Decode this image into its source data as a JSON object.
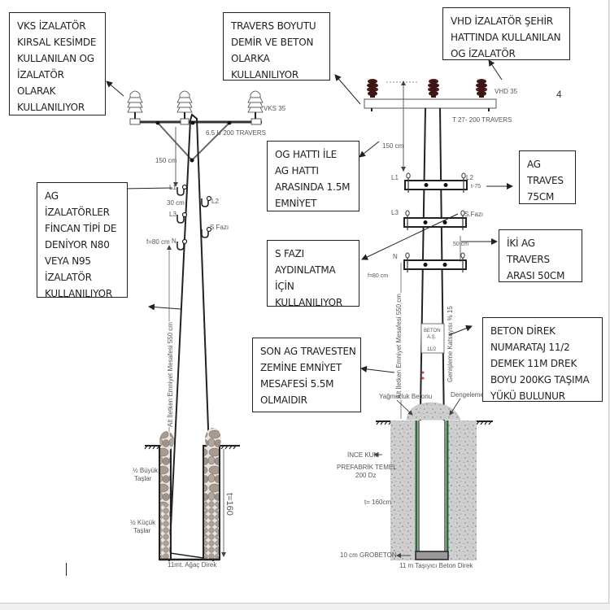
{
  "page_number": "4",
  "callouts": {
    "vks": [
      "VKS İZALATÖR",
      "KIRSAL KESİMDE",
      "KULLANILAN OG",
      "İZALATÖR",
      "OLARAK",
      "KULLANILIYOR"
    ],
    "travers": [
      "TRAVERS BOYUTU",
      "DEMİR VE BETON",
      "OLARKA",
      "KULLANILIYOR"
    ],
    "vhd": [
      "VHD İZALATÖR ŞEHİR",
      "HATTINDA KULLANILAN",
      "OG İZALATÖR"
    ],
    "og_ag": [
      "OG HATTI İLE",
      "AG HATTI",
      "ARASINDA 1.5M",
      "EMNİYET"
    ],
    "ag_traves": [
      "AG",
      "TRAVES",
      "75CM"
    ],
    "ag_izalator": [
      "AG",
      "İZALATÖRLER",
      "FİNCAN TİPİ DE",
      "DENİYOR N80",
      "VEYA N95",
      "İZALATÖR",
      "KULLANILIYOR"
    ],
    "s_fazi": [
      "S FAZI",
      "AYDINLATMA",
      "İÇİN",
      "KULLANILIYOR"
    ],
    "iki_ag": [
      "İKİ AG",
      "TRAVERS",
      "ARASI 50CM"
    ],
    "son_ag": [
      "SON AG TRAVESTEN",
      "ZEMİNE EMNİYET",
      "MESAFESİ 5.5M",
      "OLMAIDIR"
    ],
    "beton_direk": [
      "BETON DİREK",
      "NUMARATAJ 11/2",
      "DEMEK 11M DREK",
      "BOYU 200KG TAŞIMA",
      "YÜKÜ BULUNUR"
    ]
  },
  "left_pole": {
    "insulator_label": "VKS 35",
    "crossarm_label": "6.5 U 200 TRAVERS",
    "dim_og_ag": "150 cm",
    "dim_phase": "30 cm",
    "phase_l1": "L1",
    "phase_l2": "L2",
    "phase_l3": "L3",
    "phase_s": "S Fazı",
    "phase_n": "N",
    "sag": "f=80 cm",
    "clearance": "Alt İletken  Emniyet Mesafesi 550  cm",
    "big_stones": [
      "½ Büyük",
      "Taşlar"
    ],
    "small_stones": [
      "½ Küçük",
      "Taşlar"
    ],
    "depth": "t=160",
    "caption": "11mt. Ağaç Direk"
  },
  "right_pole": {
    "insulator_label": "VHD 35",
    "crossarm_label": "T 27- 200 TRAVERS",
    "dim_og_ag": "150 cm",
    "phase_l1": "L1",
    "phase_l2": "L2",
    "arm_label": "t-75",
    "phase_l3": "L3",
    "phase_s": "S.Fazı",
    "phase_n": "N",
    "dim_ag": "50 cm",
    "sag": "f=80 cm",
    "clearance": "Alt İletken  Emniyet Mesafesi 550  cm",
    "taper": "Genişleme Katsayısı % 15",
    "plate": [
      "BETON",
      "A.Ş.",
      "11/2"
    ],
    "rain_concrete": "Yağmurluk Betonu",
    "balance": "Dengeleme",
    "fine_sand": "İNCE KUM",
    "prefab": [
      "PREFABRİK TEMEL",
      "200 Dz"
    ],
    "depth": "t= 160cm",
    "grobeton": "10 cm GROBETON",
    "caption": "11 m Taşıyıcı  Beton Direk"
  },
  "colors": {
    "line": "#222222",
    "insulator_porcelain": "#ffffff",
    "insulator_vhd": "#4a1c1c",
    "stone": "#a89b90",
    "concrete": "#c9c9c9",
    "green_stripe": "#2f6b3a"
  }
}
